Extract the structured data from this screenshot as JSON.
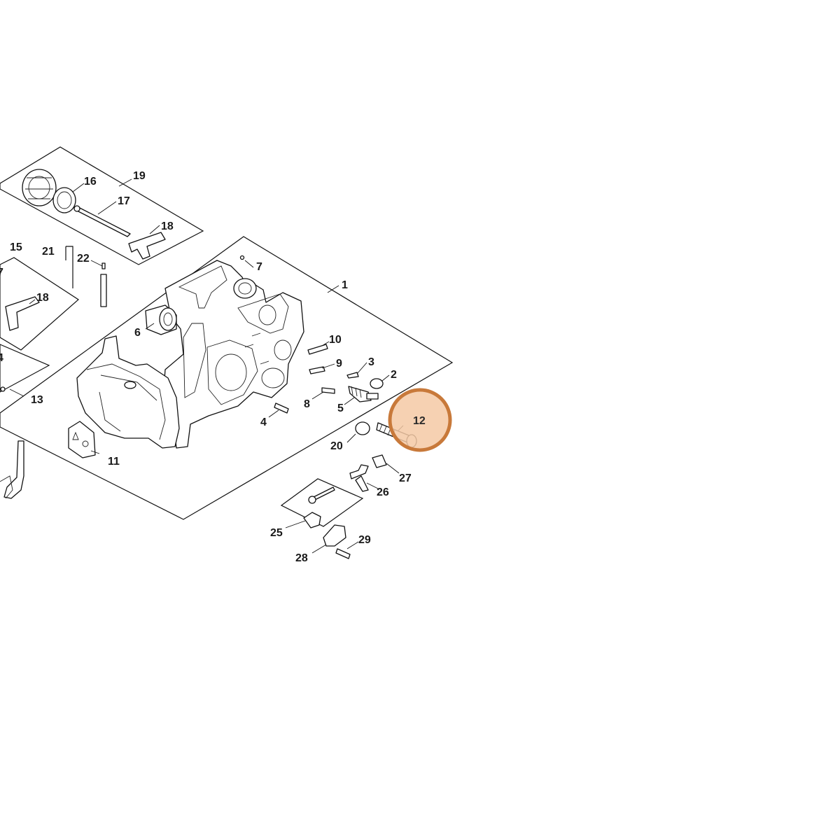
{
  "diagram": {
    "highlight": {
      "label": "12",
      "fill": "#f4c9a4",
      "stroke": "#c8793a"
    },
    "labels": {
      "p1": "1",
      "p2": "2",
      "p3": "3",
      "p4": "4",
      "p5": "5",
      "p6": "6",
      "p7": "7",
      "p8": "8",
      "p9": "9",
      "p10": "10",
      "p11": "11",
      "p13": "13",
      "p14": "4",
      "p15": "15",
      "p16": "16",
      "p17": "17",
      "p18a": "18",
      "p18b": "18",
      "p19": "19",
      "p20": "20",
      "p21": "21",
      "p22": "22",
      "p25": "25",
      "p26": "26",
      "p27": "27",
      "p28": "28",
      "p29": "29",
      "p7b": "7"
    }
  }
}
